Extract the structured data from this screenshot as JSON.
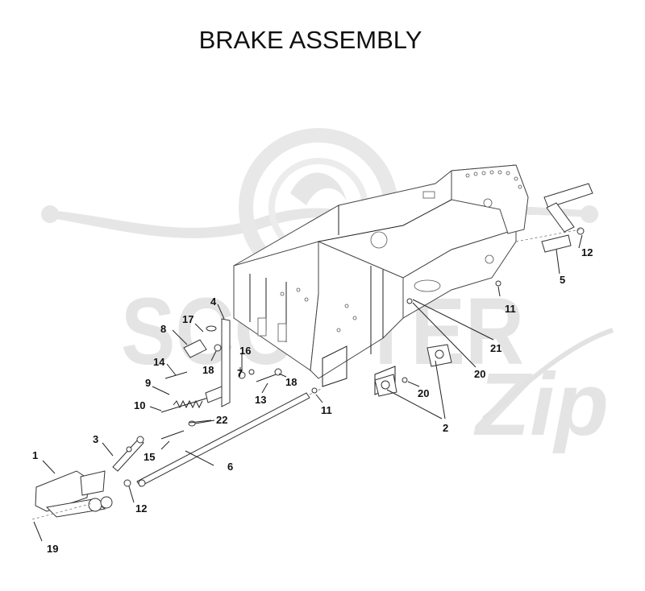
{
  "title": "BRAKE ASSEMBLY",
  "watermark": {
    "brand": "SCOOTER",
    "script": "Zip"
  },
  "callouts": {
    "c1": "1",
    "c2": "2",
    "c3": "3",
    "c4": "4",
    "c5": "5",
    "c6": "6",
    "c7": "7",
    "c8": "8",
    "c9": "9",
    "c10": "10",
    "c11a": "11",
    "c11b": "11",
    "c12a": "12",
    "c12b": "12",
    "c13": "13",
    "c14": "14",
    "c15": "15",
    "c16": "16",
    "c17": "17",
    "c18a": "18",
    "c18b": "18",
    "c19": "19",
    "c20a": "20",
    "c20b": "20",
    "c21": "21",
    "c22": "22"
  },
  "colors": {
    "line": "#222222",
    "watermark": "#e6e6e6"
  }
}
